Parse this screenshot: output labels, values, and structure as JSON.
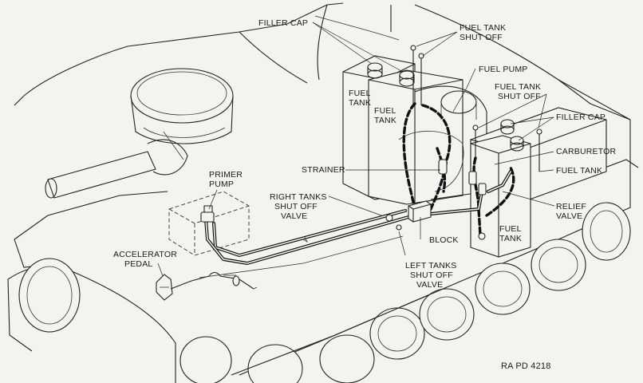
{
  "labels": {
    "filler_cap_top": "FILLER CAP",
    "fuel_tank_shut_off_top_1": "FUEL TANK",
    "fuel_tank_shut_off_top_2": "SHUT OFF",
    "fuel_pump": "FUEL PUMP",
    "fuel_tank_left_1a": "FUEL",
    "fuel_tank_left_1b": "TANK",
    "fuel_tank_left_2a": "FUEL",
    "fuel_tank_left_2b": "TANK",
    "fuel_tank_shut_off_right_1": "FUEL TANK",
    "fuel_tank_shut_off_right_2": "SHUT OFF",
    "filler_cap_right": "FILLER CAP",
    "carburetor": "CARBURETOR",
    "fuel_tank_right": "FUEL TANK",
    "strainer": "STRAINER",
    "primer_pump_1": "PRIMER",
    "primer_pump_2": "PUMP",
    "right_tanks_1": "RIGHT TANKS",
    "right_tanks_2": "SHUT OFF",
    "right_tanks_3": "VALVE",
    "relief_valve_1": "RELIEF",
    "relief_valve_2": "VALVE",
    "fuel_tank_lower_1": "FUEL",
    "fuel_tank_lower_2": "TANK",
    "block": "BLOCK",
    "accelerator_pedal_1": "ACCELERATOR",
    "accelerator_pedal_2": "PEDAL",
    "left_tanks_1": "LEFT TANKS",
    "left_tanks_2": "SHUT OFF",
    "left_tanks_3": "VALVE",
    "reference": "RA PD 4218"
  }
}
